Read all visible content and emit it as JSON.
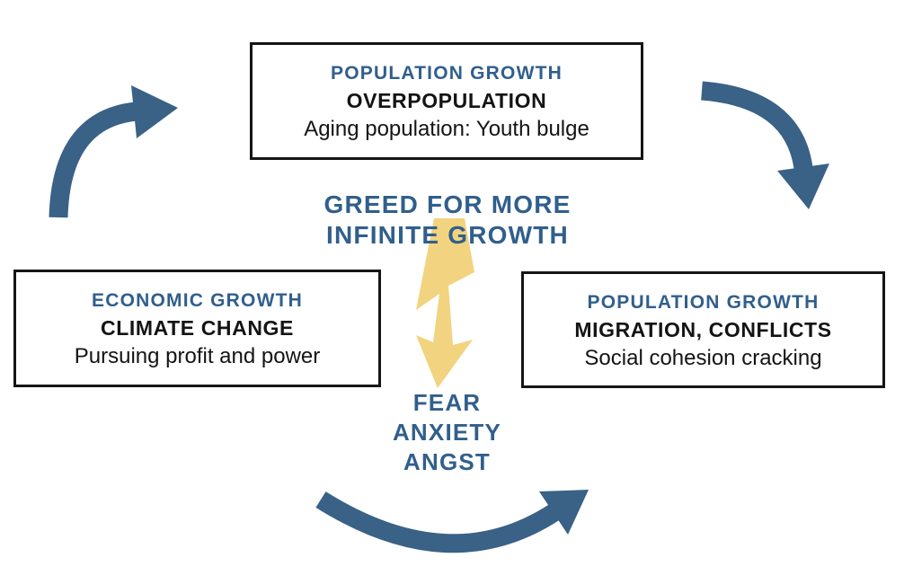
{
  "boxes": {
    "top": {
      "category": "POPULATION GROWTH",
      "headline": "OVERPOPULATION",
      "detail": "Aging population: Youth bulge"
    },
    "left": {
      "category": "ECONOMIC GROWTH",
      "headline": "CLIMATE CHANGE",
      "detail": "Pursuing profit and power"
    },
    "right": {
      "category": "POPULATION GROWTH",
      "headline": "MIGRATION, CONFLICTS",
      "detail": "Social cohesion cracking"
    }
  },
  "center_cause": {
    "line1": "GREED FOR MORE",
    "line2": "INFINITE GROWTH"
  },
  "center_effect": {
    "line1": "FEAR",
    "line2": "ANXIETY",
    "line3": "ANGST"
  },
  "icons": {
    "arrow_top_left": "curved-arrow-up-right",
    "arrow_top_right": "curved-arrow-down",
    "arrow_bottom": "curved-arrow-swoosh-up-right",
    "bolt": "lightning-bolt-down"
  },
  "colors": {
    "accent_blue": "#315F8C",
    "arrow_blue": "#3A6186",
    "bolt_yellow": "#F2D37F",
    "box_border": "#151515",
    "body_text": "#141414",
    "background": "#FFFFFF"
  }
}
